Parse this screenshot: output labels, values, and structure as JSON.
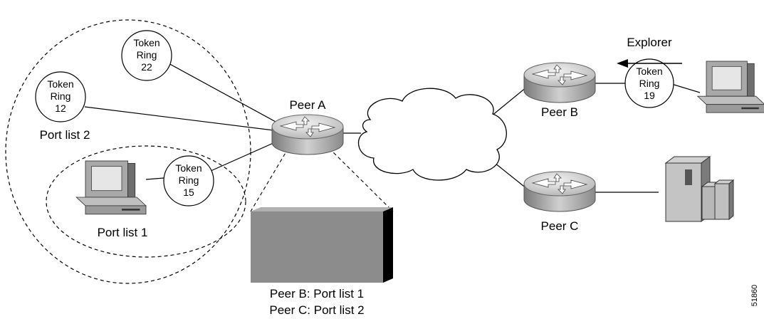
{
  "labels": {
    "peer_a": "Peer A",
    "peer_b": "Peer B",
    "peer_c": "Peer C",
    "port_list_1": "Port list 1",
    "port_list_2": "Port list 2",
    "explorer": "Explorer",
    "table_line_1": "Peer B: Port list 1",
    "table_line_2": "Peer C: Port list 2",
    "figure_id": "51860"
  },
  "token_rings": [
    {
      "line1": "Token",
      "line2": "Ring",
      "number": "22"
    },
    {
      "line1": "Token",
      "line2": "Ring",
      "number": "12"
    },
    {
      "line1": "Token",
      "line2": "Ring",
      "number": "15"
    },
    {
      "line1": "Token",
      "line2": "Ring",
      "number": "19"
    }
  ],
  "colors": {
    "line": "#000000",
    "router_body": "#b8b8b8",
    "router_top": "#d4d4d4",
    "table_box": "#8c8c8c",
    "table_box_side": "#000000",
    "screen": "#e8e8e8",
    "monitor": "#a0a0a0"
  }
}
